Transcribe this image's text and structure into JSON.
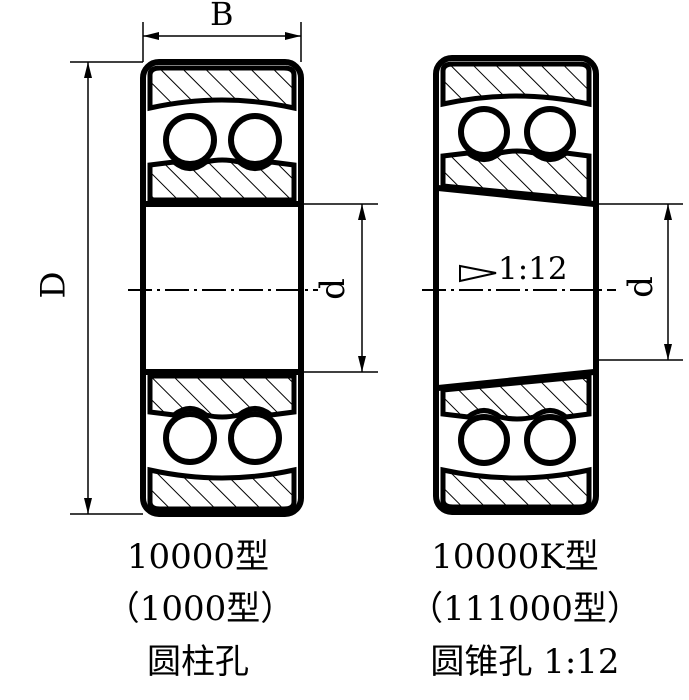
{
  "labels": {
    "width_label": "B",
    "outer_diameter_label": "D",
    "bore_label_left": "d",
    "bore_label_right": "d",
    "taper_label": "1:12"
  },
  "captions": {
    "left": {
      "type": "10000型",
      "old_type": "（1000型）",
      "bore": "圆柱孔"
    },
    "right": {
      "type": "10000K型",
      "old_type": "（111000型）",
      "bore": "圆锥孔 1:12"
    }
  },
  "colors": {
    "line": "#000000",
    "background": "#ffffff"
  }
}
